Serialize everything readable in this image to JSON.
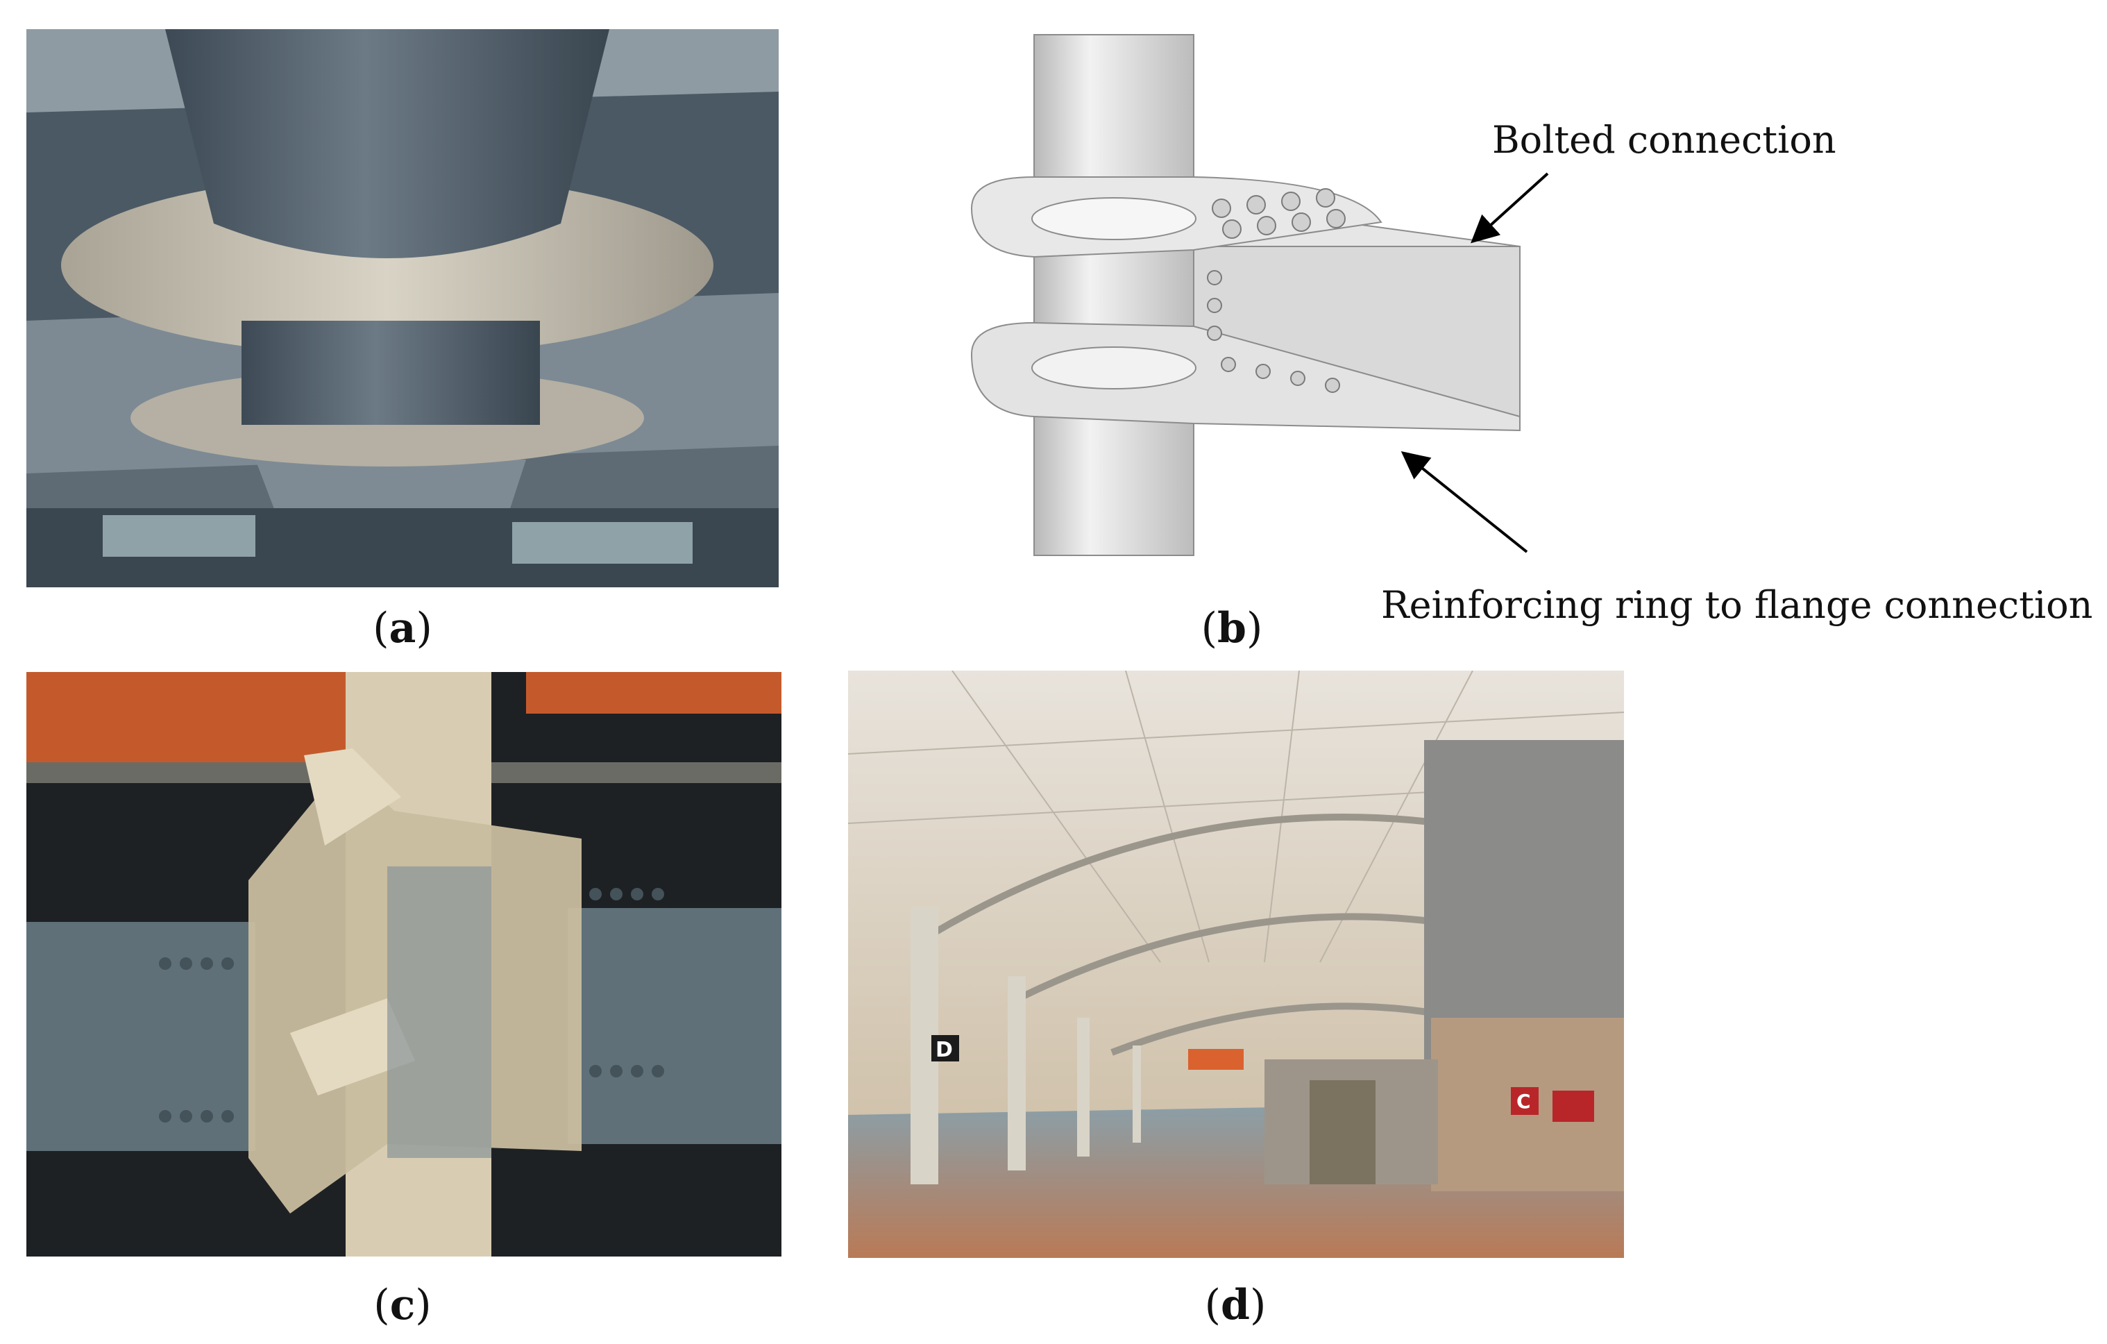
{
  "figure": {
    "panels": [
      {
        "id": "a",
        "label": "a"
      },
      {
        "id": "b",
        "label": "b"
      },
      {
        "id": "c",
        "label": "c"
      },
      {
        "id": "d",
        "label": "d"
      }
    ],
    "annotations": {
      "bolted": "Bolted connection",
      "ring": "Reinforcing ring to flange connection"
    },
    "signage": {
      "gate_d": "D",
      "gate_c": "C"
    }
  }
}
